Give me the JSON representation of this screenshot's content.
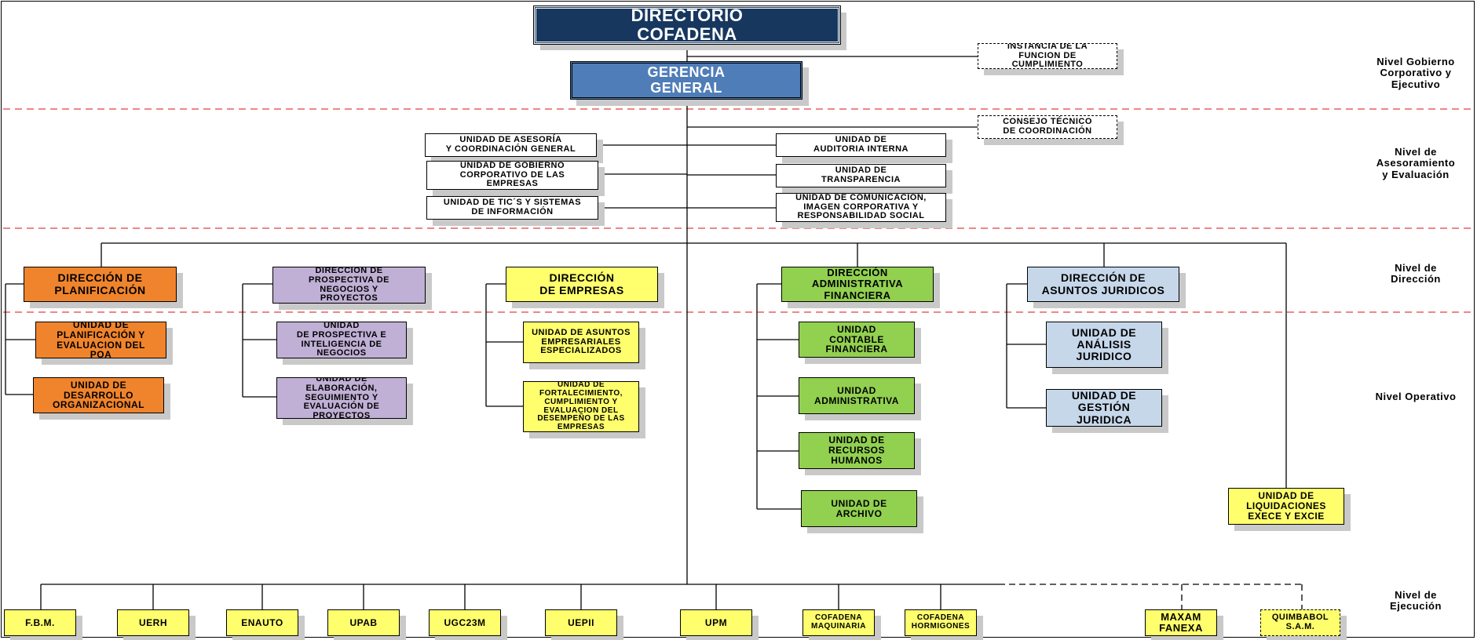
{
  "colors": {
    "navy": "#17375e",
    "steel": "#4f7db8",
    "orange": "#f0842c",
    "purple": "#c0b0d6",
    "yellow": "#ffff6e",
    "green": "#92d050",
    "lightblue": "#c6d7ea",
    "white": "#ffffff",
    "red_dash": "#e04040"
  },
  "levels": {
    "gobierno": "Nivel Gobierno\nCorporativo y\nEjecutivo",
    "asesoramiento": "Nivel de\nAsesoramiento\ny Evaluación",
    "direccion": "Nivel de\nDirección",
    "operativo": "Nivel Operativo",
    "ejecucion": "Nivel de\nEjecución"
  },
  "top": {
    "directorio": "DIRECTORIO\nCOFADENA",
    "gerencia": "GERENCIA\nGENERAL",
    "instancia": "INSTANCIA DE LA\nFUNCION DE\nCUMPLIMIENTO",
    "consejo": "CONSEJO TÉCNICO\nDE COORDINACIÓN"
  },
  "asesoramiento": {
    "asesoria": "UNIDAD DE ASESORÍA\nY COORDINACIÓN GENERAL",
    "gobierno_corp": "UNIDAD DE GOBIERNO\nCORPORATIVO DE LAS\nEMPRESAS",
    "tics": "UNIDAD DE TIC´S Y SISTEMAS\nDE INFORMACIÓN",
    "auditoria": "UNIDAD DE\nAUDITORIA INTERNA",
    "transparencia": "UNIDAD DE\nTRANSPARENCIA",
    "comunicacion": "UNIDAD DE  COMUNICACIÓN,\nIMAGEN CORPORATIVA Y\nRESPONSABILIDAD SOCIAL"
  },
  "direcciones": {
    "planificacion": "DIRECCIÓN DE\nPLANIFICACIÓN",
    "prospectiva": "DIRECCIÓN DE\nPROSPECTIVA DE\nNEGOCIOS Y\nPROYECTOS",
    "empresas": "DIRECCIÓN\nDE EMPRESAS",
    "administrativa": "DIRECCIÓN\nADMINISTRATIVA\nFINANCIERA",
    "juridicos": "DIRECCIÓN DE\nASUNTOS JURIDICOS"
  },
  "operativo": {
    "plan_poa": "UNIDAD DE\nPLANIFICACIÓN Y\nEVALUACION DEL\nPOA",
    "desarrollo_org": "UNIDAD DE\nDESARROLLO\nORGANIZACIONAL",
    "prospectiva_intel": "UNIDAD\nDE PROSPECTIVA E\nINTELIGENCIA DE\nNEGOCIOS",
    "elaboracion": "UNIDAD DE\nELABORACIÓN,\nSEGUIMIENTO Y\nEVALUACIÓN DE\nPROYECTOS",
    "asuntos_emp": "UNIDAD DE  ASUNTOS\nEMPRESARIALES\nESPECIALIZADOS",
    "fortalecimiento": "UNIDAD DE\nFORTALECIMIENTO,\nCUMPLIMIENTO Y\nEVALUACION DEL\nDESEMPEÑO DE LAS\nEMPRESAS",
    "contable": "UNIDAD\nCONTABLE\nFINANCIERA",
    "administrativa": "UNIDAD\nADMINISTRATIVA",
    "rrhh": "UNIDAD DE\nRECURSOS\nHUMANOS",
    "archivo": "UNIDAD DE\nARCHIVO",
    "analisis_jur": "UNIDAD DE\nANÁLISIS\nJURIDICO",
    "gestion_jur": "UNIDAD DE\nGESTIÓN\nJURIDICA",
    "liquidaciones": "UNIDAD DE\nLIQUIDACIONES\nEXECE Y EXCIE"
  },
  "ejecucion": {
    "fbm": "F.B.M.",
    "uerh": "UERH",
    "enauto": "ENAUTO",
    "upab": "UPAB",
    "ugc23m": "UGC23M",
    "uepii": "UEPII",
    "upm": "UPM",
    "maquinaria": "COFADENA\nMAQUINARIA",
    "hormigones": "COFADENA\nHORMIGONES",
    "maxam": "MAXAM\nFANEXA",
    "quimbabol": "QUIMBABOL\nS.A.M."
  }
}
